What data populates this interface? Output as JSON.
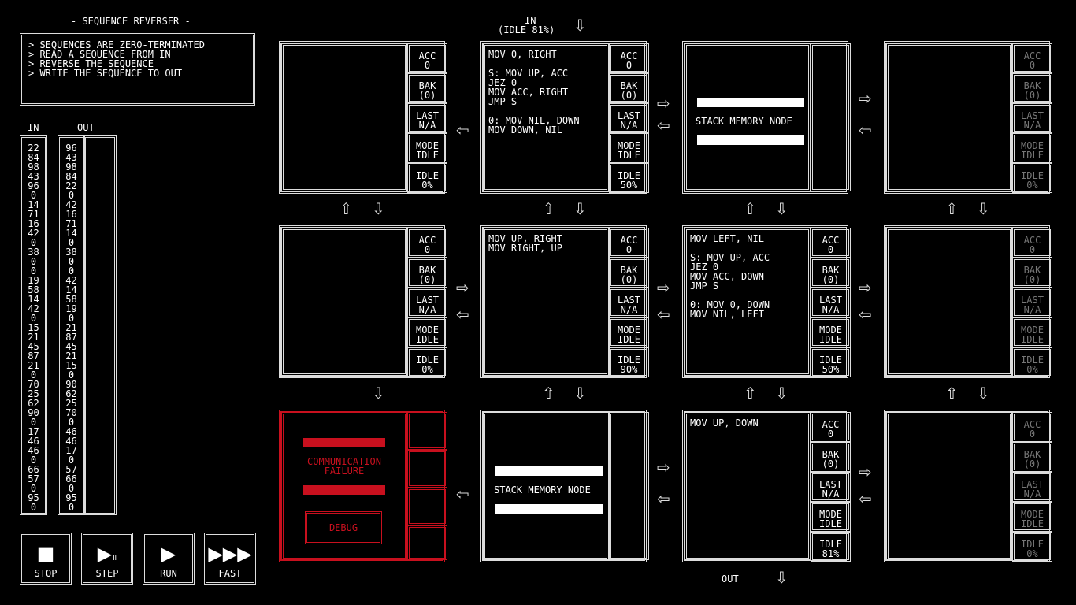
{
  "title": "- SEQUENCE REVERSER -",
  "description": "> SEQUENCES ARE ZERO-TERMINATED\n> READ A SEQUENCE FROM IN\n> REVERSE THE SEQUENCE\n> WRITE THE SEQUENCE TO OUT",
  "columns": {
    "in_label": "IN",
    "out_label": "OUT",
    "in_values": "22\n84\n98\n43\n96\n0\n14\n71\n16\n42\n0\n38\n0\n0\n19\n58\n14\n42\n0\n15\n21\n45\n87\n21\n0\n70\n25\n62\n90\n0\n17\n46\n46\n0\n66\n57\n0\n95\n0",
    "expected_values": "96\n43\n98\n84\n22\n0\n42\n16\n71\n14\n0\n38\n0\n0\n42\n14\n58\n19\n0\n21\n87\n45\n21\n15\n0\n90\n62\n25\n70\n0\n46\n46\n17\n0\n57\n66\n0\n95\n0"
  },
  "input_port": {
    "label": "IN",
    "status": "(IDLE 81%)"
  },
  "output_port": {
    "label": "OUT"
  },
  "stack_label": "STACK MEMORY NODE",
  "failure": {
    "text": "COMMUNICATION\nFAILURE",
    "debug_label": "DEBUG",
    "color": "#c8101e"
  },
  "nodes": {
    "n00": {
      "code": "",
      "acc": "ACC\n0",
      "bak": "BAK\n(0)",
      "last": "LAST\nN/A",
      "mode": "MODE\nIDLE",
      "idle": "IDLE\n0%"
    },
    "n01": {
      "code": "MOV 0, RIGHT\n\nS: MOV UP, ACC\nJEZ 0\nMOV ACC, RIGHT\nJMP S\n\n0: MOV NIL, DOWN\nMOV DOWN, NIL",
      "acc": "ACC\n0",
      "bak": "BAK\n(0)",
      "last": "LAST\nN/A",
      "mode": "MODE\nIDLE",
      "idle": "IDLE\n50%"
    },
    "n03": {
      "code": "",
      "acc": "ACC\n0",
      "bak": "BAK\n(0)",
      "last": "LAST\nN/A",
      "mode": "MODE\nIDLE",
      "idle": "IDLE\n0%"
    },
    "n10": {
      "code": "",
      "acc": "ACC\n0",
      "bak": "BAK\n(0)",
      "last": "LAST\nN/A",
      "mode": "MODE\nIDLE",
      "idle": "IDLE\n0%"
    },
    "n11": {
      "code": "MOV UP, RIGHT\nMOV RIGHT, UP",
      "acc": "ACC\n0",
      "bak": "BAK\n(0)",
      "last": "LAST\nN/A",
      "mode": "MODE\nIDLE",
      "idle": "IDLE\n90%"
    },
    "n12": {
      "code": "MOV LEFT, NIL\n\nS: MOV UP, ACC\nJEZ 0\nMOV ACC, DOWN\nJMP S\n\n0: MOV 0, DOWN\nMOV NIL, LEFT",
      "acc": "ACC\n0",
      "bak": "BAK\n(0)",
      "last": "LAST\nN/A",
      "mode": "MODE\nIDLE",
      "idle": "IDLE\n50%"
    },
    "n13": {
      "code": "",
      "acc": "ACC\n0",
      "bak": "BAK\n(0)",
      "last": "LAST\nN/A",
      "mode": "MODE\nIDLE",
      "idle": "IDLE\n0%"
    },
    "n22": {
      "code": "MOV UP, DOWN",
      "acc": "ACC\n0",
      "bak": "BAK\n(0)",
      "last": "LAST\nN/A",
      "mode": "MODE\nIDLE",
      "idle": "IDLE\n81%"
    },
    "n23": {
      "code": "",
      "acc": "ACC\n0",
      "bak": "BAK\n(0)",
      "last": "LAST\nN/A",
      "mode": "MODE\nIDLE",
      "idle": "IDLE\n0%"
    }
  },
  "controls": {
    "stop": {
      "label": "STOP",
      "icon": "stop-icon"
    },
    "step": {
      "label": "STEP",
      "icon": "step-icon"
    },
    "run": {
      "label": "RUN",
      "icon": "play-icon"
    },
    "fast": {
      "label": "FAST",
      "icon": "fast-forward-icon"
    }
  },
  "arrows": {
    "up": "⇧",
    "down": "⇩",
    "left": "⇦",
    "right": "⇨"
  }
}
